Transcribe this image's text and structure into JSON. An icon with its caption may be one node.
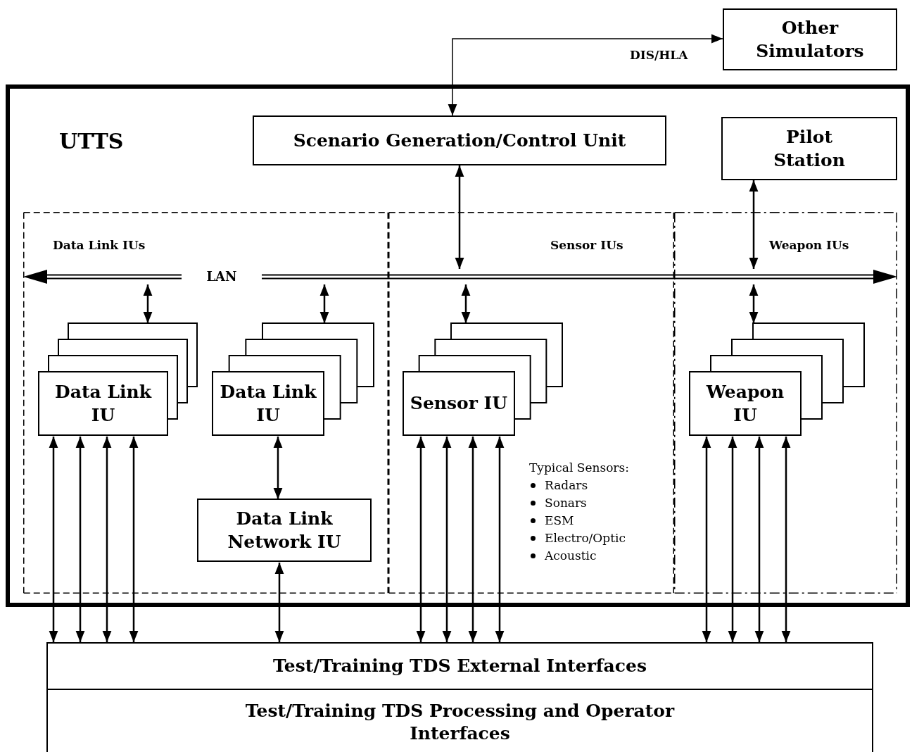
{
  "diagram": {
    "nodes": [
      {
        "text": [
          "Other Simulators"
        ]
      },
      {
        "text": [
          "UTTS"
        ]
      },
      {
        "text": [
          "Scenario Generation/Control Unit"
        ],
        "in": 1
      },
      {
        "text": [
          "Pilot Station"
        ],
        "in": 1
      },
      {
        "text": [
          "Data Link IUs"
        ],
        "in": 1
      },
      {
        "text": [
          "Sensor IUs"
        ],
        "in": 1
      },
      {
        "text": [
          "Weapon IUs"
        ],
        "in": 1
      },
      {
        "text": [
          "LAN"
        ],
        "in": 1
      },
      {
        "text": [
          "Data Link IU"
        ],
        "in": 4
      },
      {
        "text": [
          "Data Link IU"
        ],
        "in": 4
      },
      {
        "text": [
          "Data Link Network IU"
        ],
        "in": 4
      },
      {
        "text": [
          "Sensor IU"
        ],
        "in": 5
      },
      {
        "text": [
          "Weapon IU"
        ],
        "in": 6
      },
      {
        "text": [
          "Test/Training TDS External Interfaces"
        ]
      },
      {
        "text": [
          "Test/Training TDS Processing and Operator Interfaces"
        ]
      }
    ],
    "edges": [
      {
        "from": 2,
        "to": 0,
        "arrow": "both",
        "label": "DIS/HLA"
      },
      {
        "from": 2,
        "to": 7,
        "arrow": "both"
      },
      {
        "from": 3,
        "to": 7,
        "arrow": "both"
      },
      {
        "from": 7,
        "to": 8,
        "arrow": "both"
      },
      {
        "from": 7,
        "to": 9,
        "arrow": "both"
      },
      {
        "from": 7,
        "to": 11,
        "arrow": "both"
      },
      {
        "from": 7,
        "to": 12,
        "arrow": "both"
      },
      {
        "from": 9,
        "to": 10,
        "arrow": "both"
      },
      {
        "from": 8,
        "to": 13,
        "arrow": "both"
      },
      {
        "from": 8,
        "to": 13,
        "arrow": "both"
      },
      {
        "from": 8,
        "to": 13,
        "arrow": "both"
      },
      {
        "from": 8,
        "to": 13,
        "arrow": "both"
      },
      {
        "from": 10,
        "to": 13,
        "arrow": "both"
      },
      {
        "from": 11,
        "to": 13,
        "arrow": "both"
      },
      {
        "from": 11,
        "to": 13,
        "arrow": "both"
      },
      {
        "from": 11,
        "to": 13,
        "arrow": "both"
      },
      {
        "from": 11,
        "to": 13,
        "arrow": "both"
      },
      {
        "from": 12,
        "to": 13,
        "arrow": "both"
      },
      {
        "from": 12,
        "to": 13,
        "arrow": "both"
      },
      {
        "from": 12,
        "to": 13,
        "arrow": "both"
      },
      {
        "from": 12,
        "to": 13,
        "arrow": "both"
      }
    ],
    "labels": [
      "Typical Sensors:",
      "Radars",
      "Sonars",
      "ESM",
      "Electro/Optic",
      "Acoustic"
    ]
  }
}
